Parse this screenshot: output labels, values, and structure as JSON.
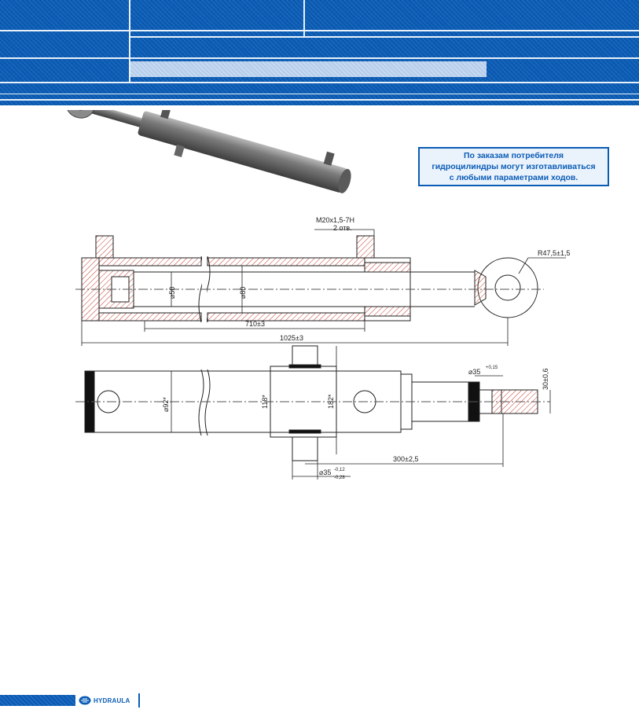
{
  "notice": {
    "line1": "По заказам потребителя",
    "line2": "гидроцилиндры могут изготавливаться",
    "line3": "с любыми параметрами ходов."
  },
  "drawing": {
    "thread_label": "M20x1,5-7H",
    "holes_label": "2 отв.",
    "radius_label": "R47,5±1,5",
    "rod_dia": "⌀50",
    "bore_dia": "⌀80",
    "stroke_dim": "710±3",
    "length_dim": "1025±3",
    "body_dia": "⌀92*",
    "trunnion_inner": "118*",
    "trunnion_outer": "182*",
    "eye_dia": "⌀35",
    "eye_tol": "+0,15",
    "eye_width": "30±0,6",
    "trunnion_pos": "300±2,5",
    "pin_dia": "⌀35",
    "pin_tol_upper": "-0,12",
    "pin_tol_lower": "-0,28"
  },
  "footer": {
    "brand": "HYDRAULA"
  },
  "colors": {
    "brand_blue": "#0a5cb6",
    "hatch": "#c33a2a"
  }
}
